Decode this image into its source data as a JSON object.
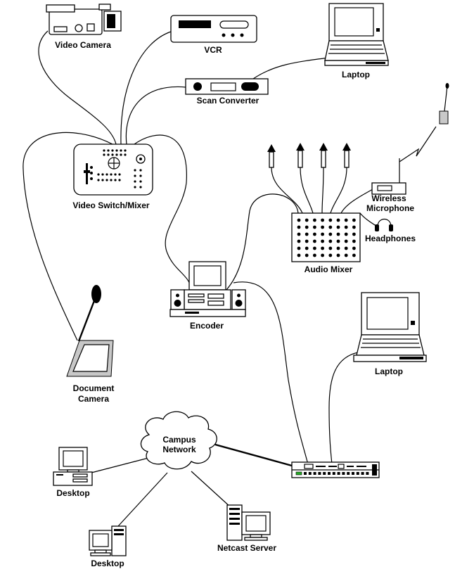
{
  "labels": {
    "video_camera": "Video Camera",
    "vcr": "VCR",
    "laptop_top": "Laptop",
    "scan_converter": "Scan Converter",
    "video_switch": "Video Switch/Mixer",
    "wireless_mic_1": "Wireless",
    "wireless_mic_2": "Microphone",
    "headphones": "Headphones",
    "audio_mixer": "Audio Mixer",
    "encoder": "Encoder",
    "laptop_right": "Laptop",
    "document_camera_1": "Document",
    "document_camera_2": "Camera",
    "campus_network_1": "Campus",
    "campus_network_2": "Network",
    "desktop_left": "Desktop",
    "desktop_bottom": "Desktop",
    "netcast_server": "Netcast Server"
  }
}
